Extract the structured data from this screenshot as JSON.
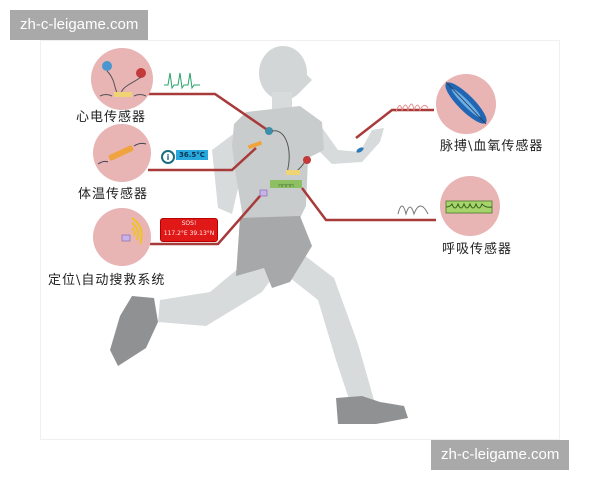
{
  "watermarks": {
    "top": "zh-c-leigame.com",
    "bottom": "zh-c-leigame.com"
  },
  "sensors": {
    "ecg": {
      "label": "心电传感器",
      "icon": "ecg-electrode-icon",
      "signal": "ecg-waveform"
    },
    "temperature": {
      "label": "体温传感器",
      "icon": "thermometer-probe-icon",
      "reading": "36.5°C",
      "info_icon": "info-icon"
    },
    "gps": {
      "label": "定位\\自动搜救系统",
      "icon": "wireless-signal-icon",
      "alert_title": "SOS!",
      "alert_coords": "117.2°E 39.13°N"
    },
    "pulse_oximetry": {
      "label": "脉搏\\血氧传感器",
      "icon": "pulse-oximeter-band-icon",
      "signal": "pulse-waveform"
    },
    "respiration": {
      "label": "呼吸传感器",
      "icon": "respiration-belt-icon",
      "signal": "breathing-waveform"
    }
  },
  "colors": {
    "connector": "#a83a3a",
    "sensor_circle": "#e8b4b4",
    "figure": "#d7dbdc",
    "shirt": "#c9cccd",
    "shorts": "#a6a8aa",
    "shoes": "#8f9193",
    "ecg_wave": "#2aa36b",
    "temp_badge": "#29a8de",
    "sos_badge": "#e01818"
  }
}
